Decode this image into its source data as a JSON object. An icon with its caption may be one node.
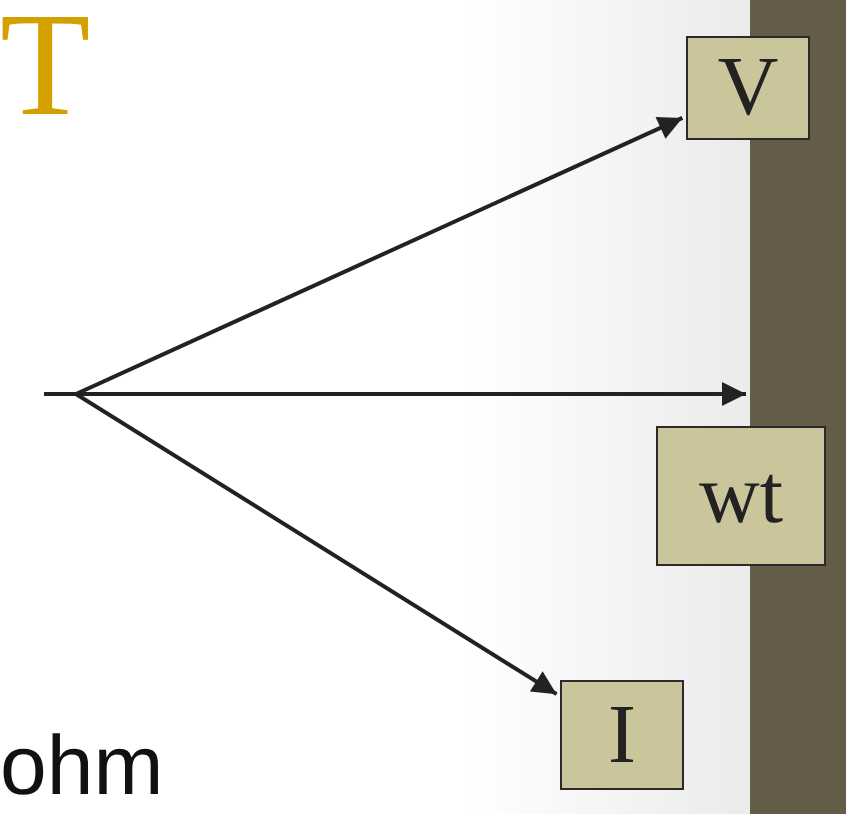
{
  "diagram": {
    "nodes": [
      {
        "text": [
          "V"
        ]
      },
      {
        "text": [],
        "shape": "bar"
      },
      {
        "text": [
          "wt"
        ]
      },
      {
        "text": [
          "I"
        ]
      }
    ],
    "edges": [
      {
        "from": null,
        "to": 0,
        "arrow": "to"
      },
      {
        "from": null,
        "to": 1,
        "arrow": "to"
      },
      {
        "from": null,
        "to": 3,
        "arrow": "to"
      }
    ],
    "labels": [
      "T",
      "ohm"
    ]
  }
}
